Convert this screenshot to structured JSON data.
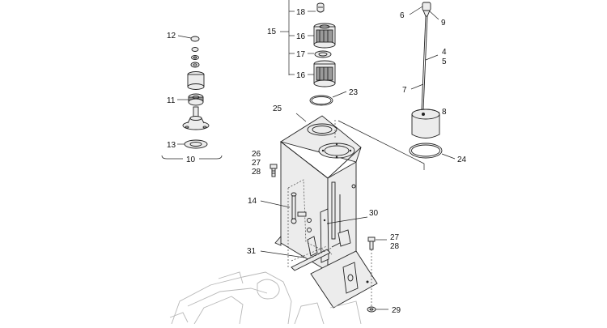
{
  "callouts": {
    "c1": "18",
    "c2": "15",
    "c3": "16",
    "c4": "17",
    "c5": "16",
    "c6": "23",
    "c7": "12",
    "c8": "11",
    "c9": "13",
    "c10": "10",
    "c11": "6",
    "c12": "9",
    "c13": "4",
    "c14": "5",
    "c15": "7",
    "c16": "8",
    "c17": "24",
    "c18": "25",
    "c19": "26",
    "c20": "27",
    "c21": "28",
    "c22": "14",
    "c23": "30",
    "c24": "27",
    "c25": "28",
    "c26": "31",
    "c27": "29"
  }
}
